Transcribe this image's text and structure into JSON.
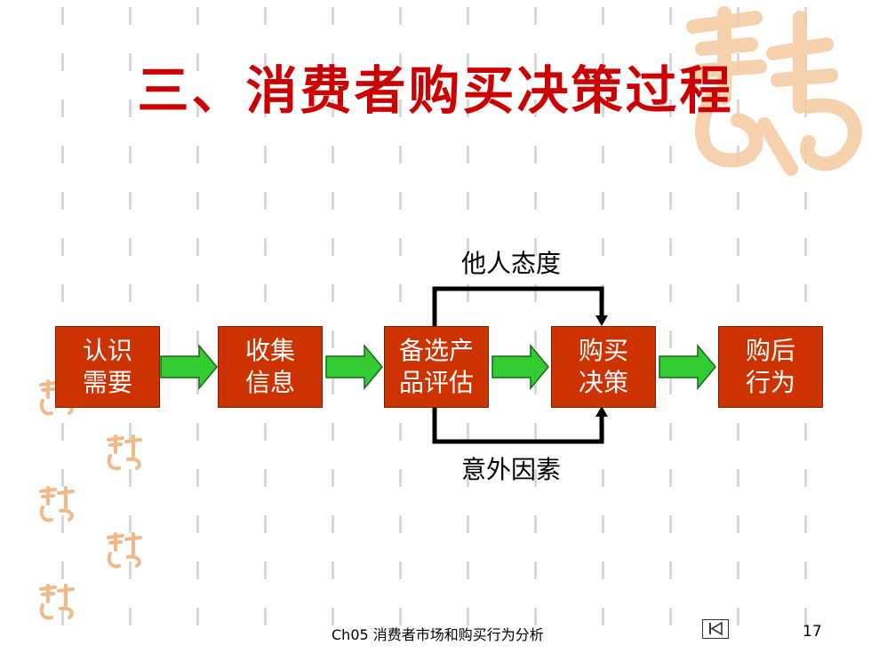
{
  "slide": {
    "title": "三、消费者购买决策过程",
    "steps": [
      {
        "line1": "认识",
        "line2": "需要"
      },
      {
        "line1": "收集",
        "line2": "信息"
      },
      {
        "line1": "备选产",
        "line2": "品评估"
      },
      {
        "line1": "购买",
        "line2": "决策"
      },
      {
        "line1": "购后",
        "line2": "行为"
      }
    ],
    "upper_factor": "他人态度",
    "lower_factor": "意外因素"
  },
  "footer": {
    "course_text": "Ch05 消费者市场和购买行为分析",
    "page_number": "17",
    "nav_icon": "first-slide-icon"
  },
  "colors": {
    "title": "#cc0000",
    "box_fill": "#cc3300",
    "arrow_fill": "#33cc33",
    "seal": "#f5c9a0"
  }
}
